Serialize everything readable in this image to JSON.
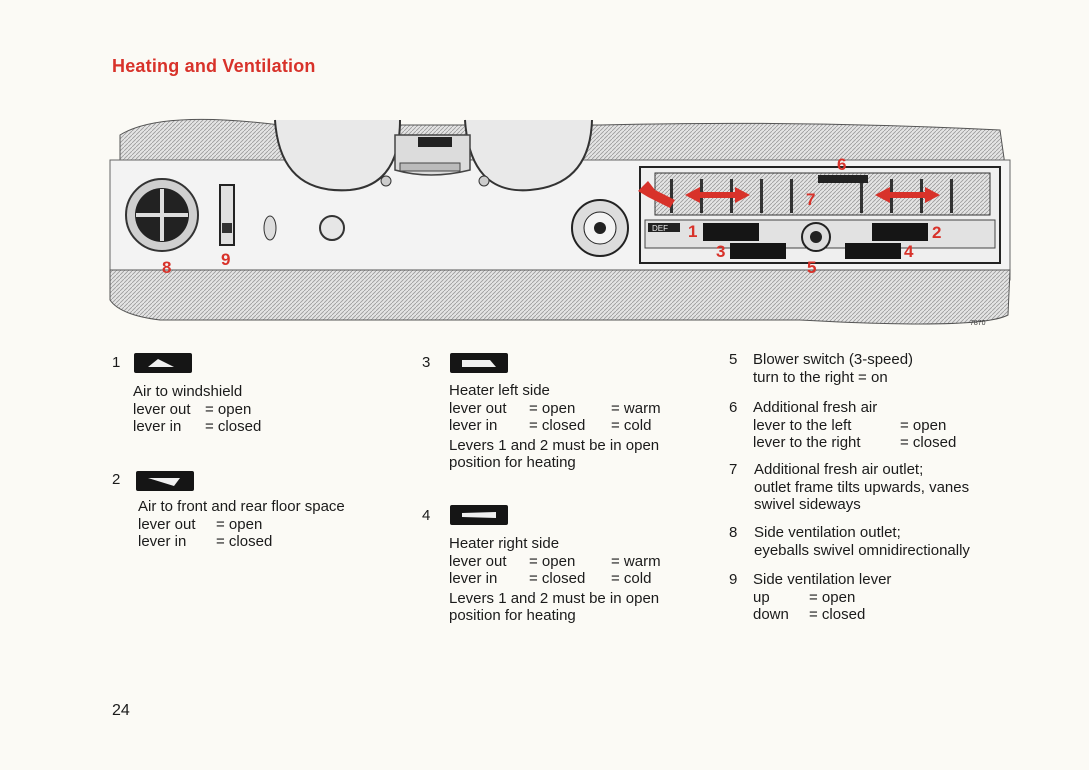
{
  "title": "Heating and Ventilation",
  "figure": {
    "code": "7870",
    "callouts": [
      "1",
      "2",
      "3",
      "4",
      "5",
      "6",
      "7",
      "8",
      "9"
    ],
    "panel_text": "DEF",
    "accent_color": "#d8322a"
  },
  "items": {
    "i1": {
      "num": "1",
      "desc": "Air to windshield",
      "rows": [
        {
          "a": "lever out",
          "b": "= open"
        },
        {
          "a": "lever in",
          "b": "= closed"
        }
      ]
    },
    "i2": {
      "num": "2",
      "desc": "Air to front and rear floor space",
      "rows": [
        {
          "a": "lever out",
          "b": "= open"
        },
        {
          "a": "lever in",
          "b": "= closed"
        }
      ]
    },
    "i3": {
      "num": "3",
      "desc": "Heater left side",
      "rows": [
        {
          "a": "lever out",
          "b": "= open",
          "c": "= warm"
        },
        {
          "a": "lever in",
          "b": "= closed",
          "c": "= cold"
        }
      ],
      "note1": "Levers 1 and 2 must be in open",
      "note2": "position for heating"
    },
    "i4": {
      "num": "4",
      "desc": "Heater right side",
      "rows": [
        {
          "a": "lever out",
          "b": "= open",
          "c": "= warm"
        },
        {
          "a": "lever in",
          "b": "= closed",
          "c": "= cold"
        }
      ],
      "note1": "Levers 1 and 2 must be in open",
      "note2": "position for heating"
    },
    "i5": {
      "num": "5",
      "line1": "Blower switch (3-speed)",
      "line2": "turn to the right = on"
    },
    "i6": {
      "num": "6",
      "line1": "Additional fresh air",
      "rows": [
        {
          "a": "lever to the left",
          "b": "= open"
        },
        {
          "a": "lever to the right",
          "b": "= closed"
        }
      ]
    },
    "i7": {
      "num": "7",
      "line1": "Additional fresh air outlet;",
      "line2": "outlet frame tilts upwards, vanes",
      "line3": "swivel sideways"
    },
    "i8": {
      "num": "8",
      "line1": "Side ventilation outlet;",
      "line2": "eyeballs swivel omnidirectionally"
    },
    "i9": {
      "num": "9",
      "line1": "Side ventilation lever",
      "rows": [
        {
          "a": "up",
          "b": "= open"
        },
        {
          "a": "down",
          "b": "= closed"
        }
      ]
    }
  },
  "page_number": "24"
}
